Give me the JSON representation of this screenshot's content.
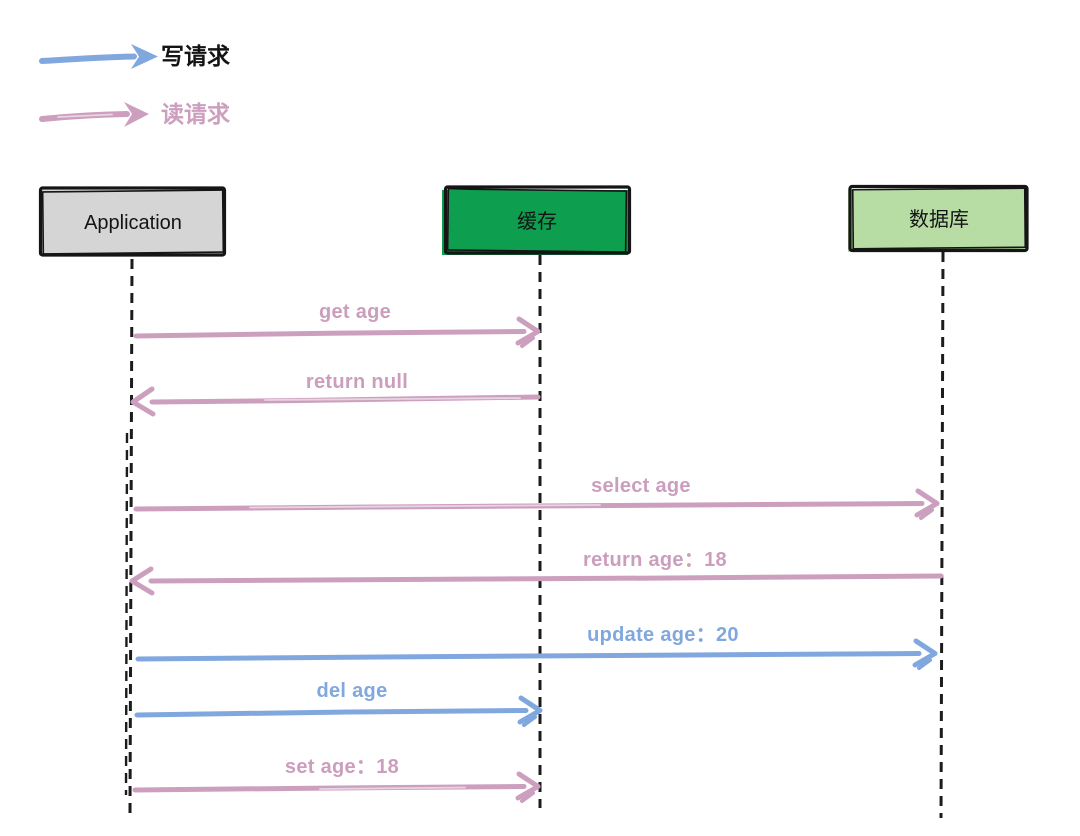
{
  "legend": {
    "write": {
      "label": "写请求",
      "color": "#80A8DE"
    },
    "read": {
      "label": "读请求",
      "color": "#CD9FBE"
    }
  },
  "actors": {
    "application": {
      "label": "Application",
      "fill": "#D5D5D5"
    },
    "cache": {
      "label": "缓存",
      "fill": "#0E9E4F"
    },
    "database": {
      "label": "数据库",
      "fill": "#B7DCA4"
    }
  },
  "messages": [
    {
      "label": "get age",
      "from": "Application",
      "to": "缓存",
      "type": "read"
    },
    {
      "label": "return null",
      "from": "缓存",
      "to": "Application",
      "type": "read"
    },
    {
      "label": "select age",
      "from": "Application",
      "to": "数据库",
      "type": "read"
    },
    {
      "label": "return age：18",
      "from": "数据库",
      "to": "Application",
      "type": "read"
    },
    {
      "label": "update age：20",
      "from": "Application",
      "to": "数据库",
      "type": "write"
    },
    {
      "label": "del age",
      "from": "Application",
      "to": "缓存",
      "type": "write"
    },
    {
      "label": "set age：18",
      "from": "Application",
      "to": "缓存",
      "type": "read"
    }
  ]
}
